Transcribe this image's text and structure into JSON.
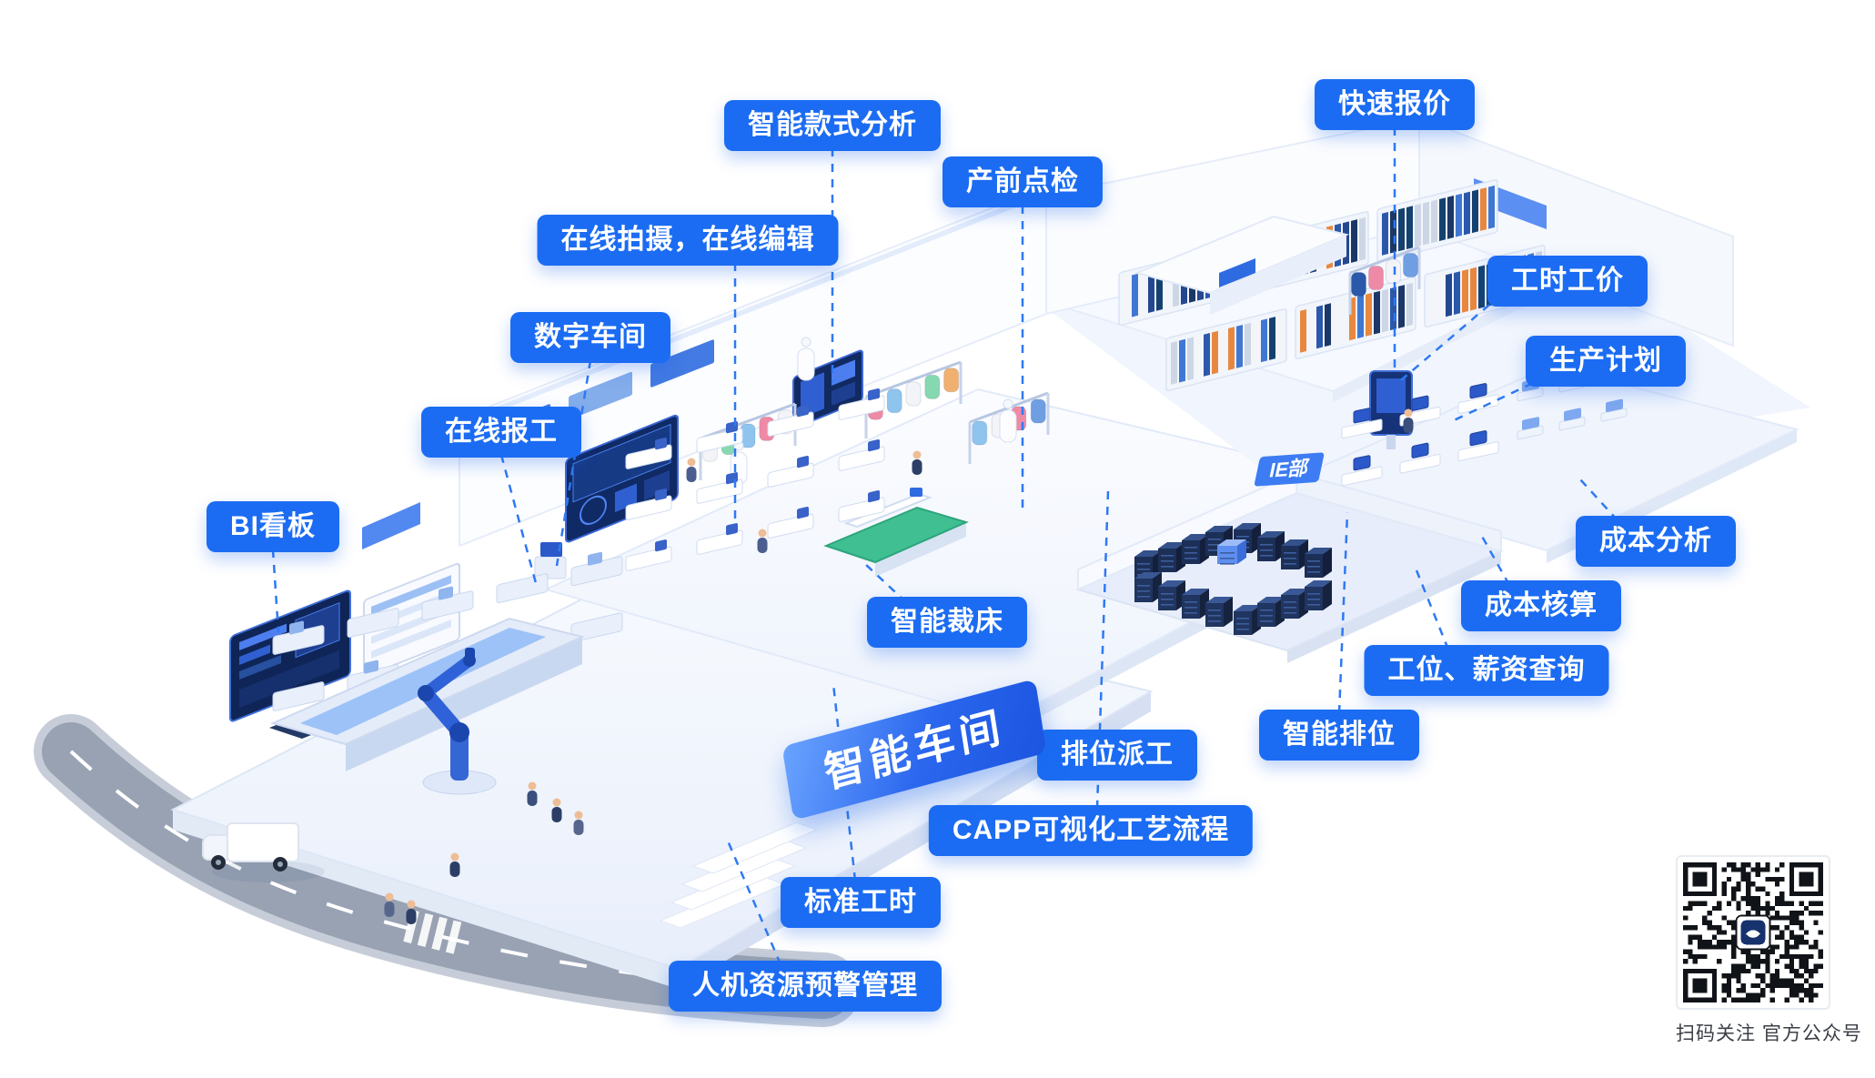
{
  "poster": {
    "banner": "智能车间",
    "area_tag": "IE部",
    "qr_caption": "扫码关注 官方公众号"
  },
  "callouts": [
    {
      "text": "BI看板"
    },
    {
      "text": "在线报工"
    },
    {
      "text": "数字车间"
    },
    {
      "text": "在线拍摄，在线编辑"
    },
    {
      "text": "智能款式分析"
    },
    {
      "text": "产前点检"
    },
    {
      "text": "快速报价"
    },
    {
      "text": "工时工价"
    },
    {
      "text": "生产计划"
    },
    {
      "text": "成本分析"
    },
    {
      "text": "成本核算"
    },
    {
      "text": "工位、薪资查询"
    },
    {
      "text": "智能排位"
    },
    {
      "text": "智能裁床"
    },
    {
      "text": "排位派工"
    },
    {
      "text": "CAPP可视化工艺流程"
    },
    {
      "text": "标准工时"
    },
    {
      "text": "人机资源预警管理"
    }
  ],
  "colors": {
    "callout_bg": "#1b6cf3",
    "callout_text": "#ffffff",
    "leader_line": "#2e79f5",
    "banner_gradient_start": "#6aa4ff",
    "banner_gradient_end": "#1c55e0",
    "area_tag_bg": "#3d7cf2"
  }
}
